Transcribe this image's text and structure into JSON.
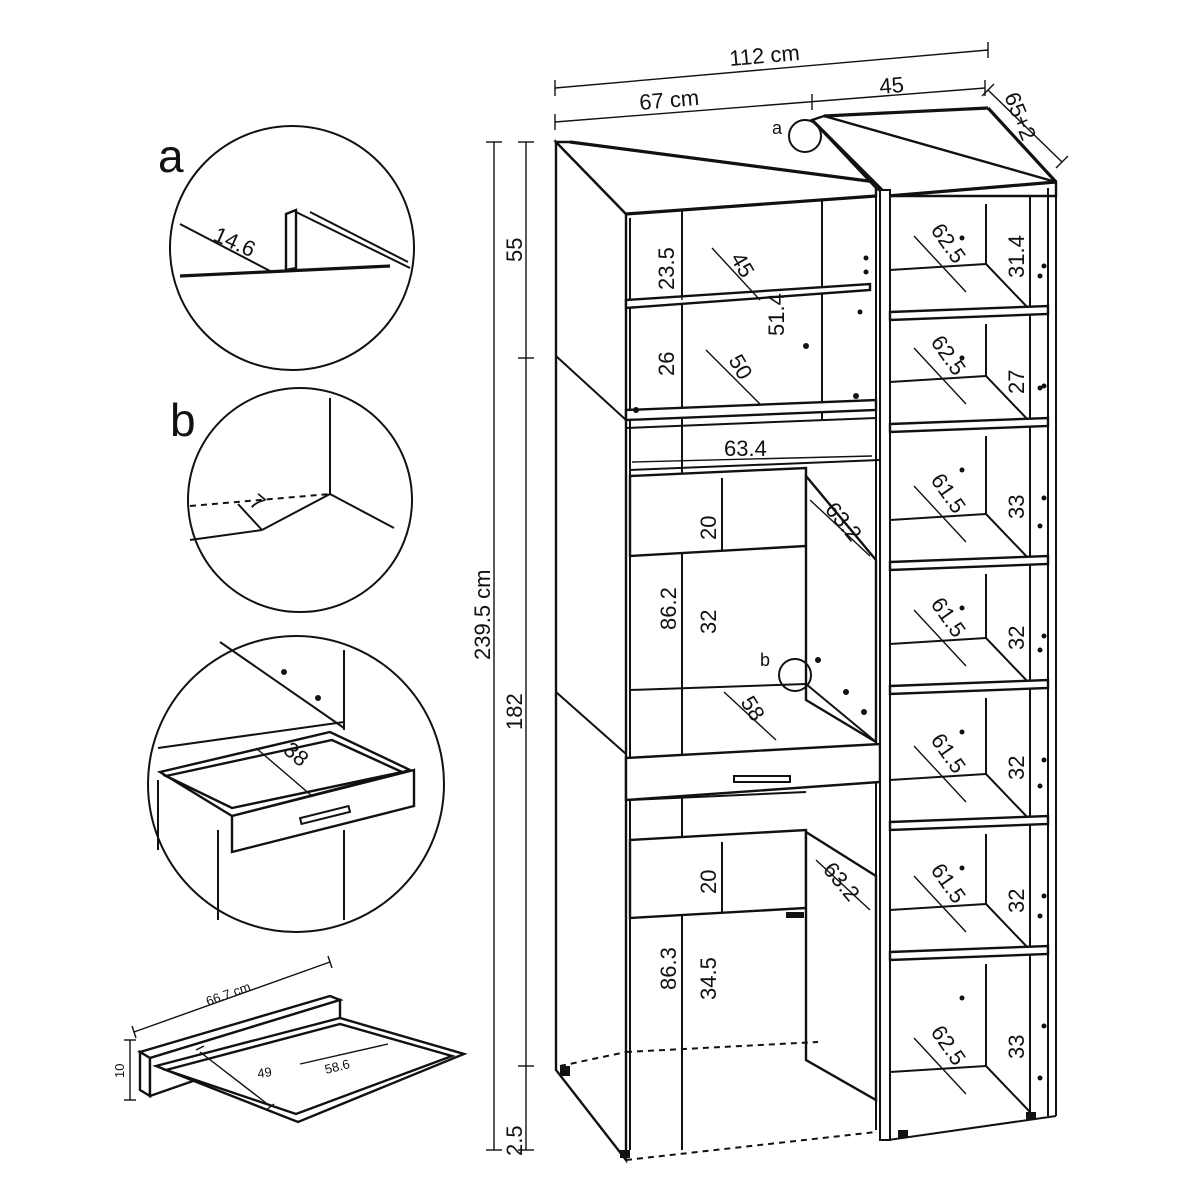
{
  "overall": {
    "width_total": "112 cm",
    "width_left": "67 cm",
    "width_right": "45",
    "depth": "65+2",
    "height_total": "239.5 cm",
    "height_top": "55",
    "height_main": "182",
    "height_plinth": "2.5"
  },
  "left_unit": {
    "shelf1_height": "23.5",
    "shelf1_depth": "45",
    "shelf_pair_height": "51.4",
    "shelf2_height": "26",
    "shelf2_depth": "50",
    "desk_inner_width": "63.4",
    "upper_door_height": "20",
    "upper_cabinet_height": "86.2",
    "upper_inner_height": "32",
    "upper_door_width": "63.2",
    "desk_depth": "58",
    "lower_door_height": "20",
    "lower_cabinet_height": "86.3",
    "lower_inner_height": "34.5",
    "lower_door_width": "63.2"
  },
  "right_unit": {
    "rows": [
      {
        "depth": "62.5",
        "height": "31.4"
      },
      {
        "depth": "62.5",
        "height": "27"
      },
      {
        "depth": "61.5",
        "height": "33"
      },
      {
        "depth": "61.5",
        "height": "32"
      },
      {
        "depth": "61.5",
        "height": "32"
      },
      {
        "depth": "61.5",
        "height": "32"
      },
      {
        "depth": "62.5",
        "height": "33"
      }
    ]
  },
  "details": {
    "a": {
      "label": "a",
      "value": "14.6"
    },
    "b": {
      "label": "b",
      "value": "7"
    },
    "drawer": {
      "depth": "38"
    },
    "desk_top": {
      "width": "66.7 cm",
      "height": "10",
      "inner_width": "49",
      "depth": "58.6"
    }
  }
}
